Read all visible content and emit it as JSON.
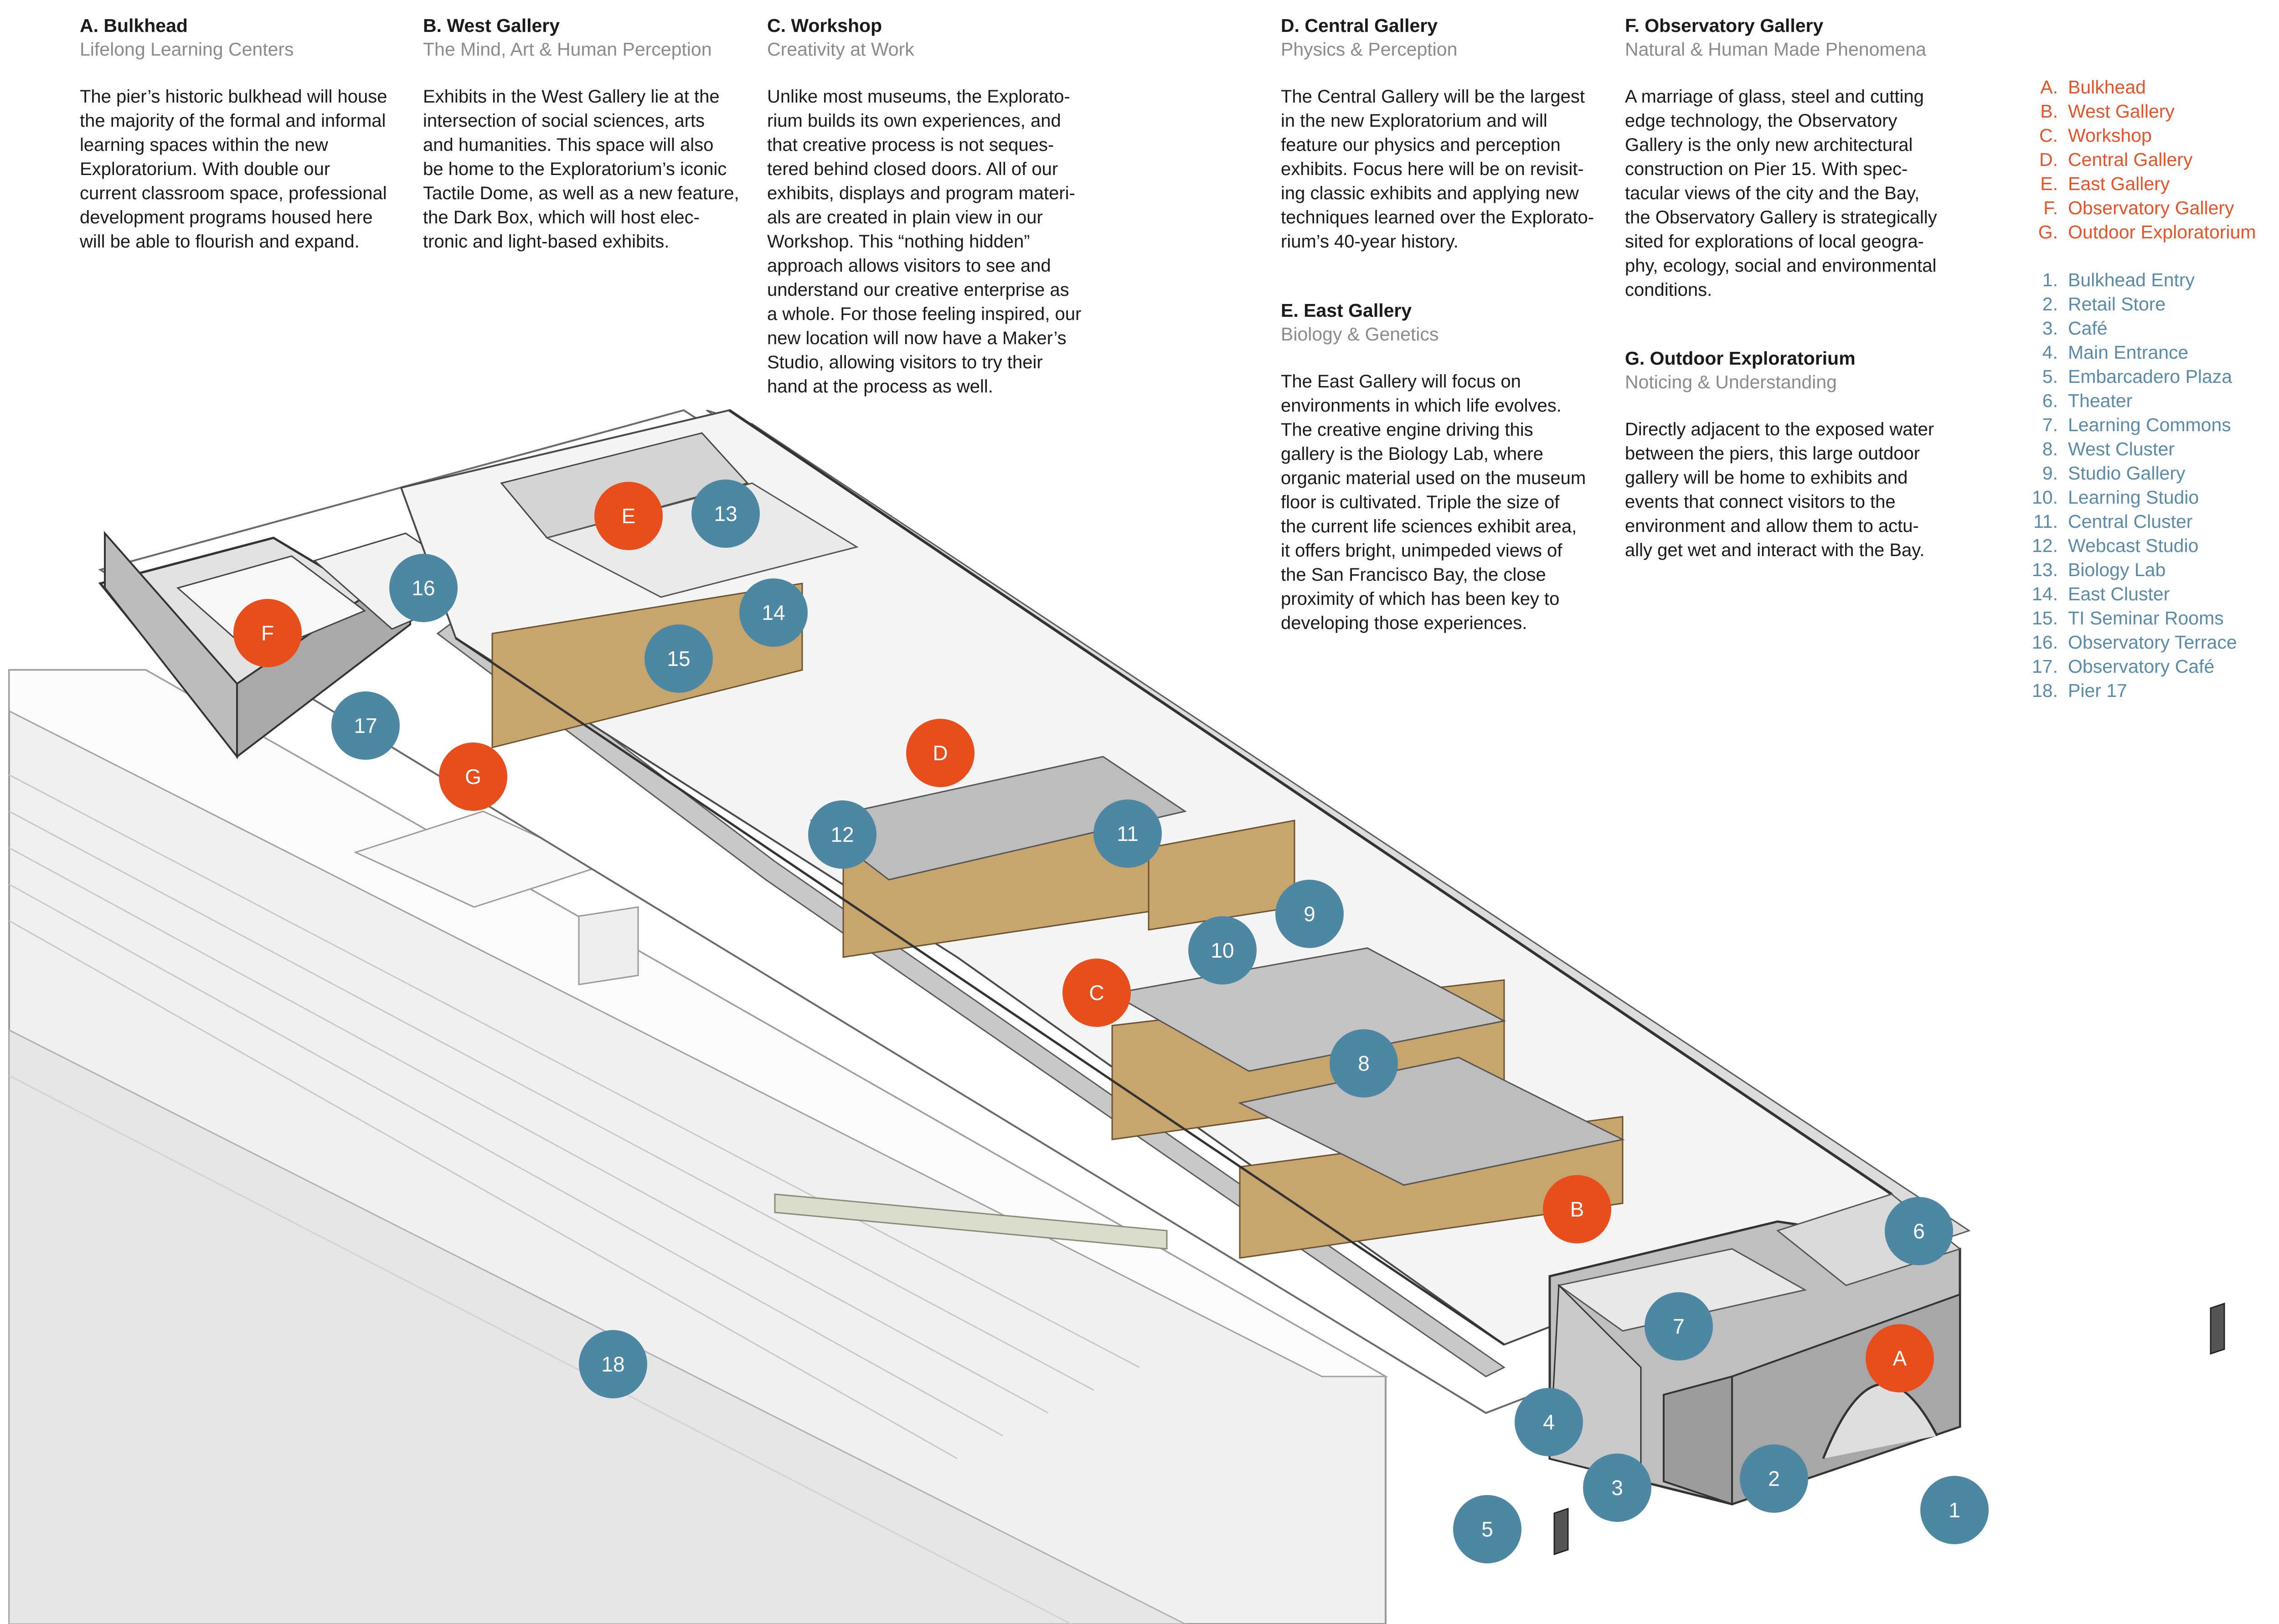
{
  "descriptions": [
    {
      "id": "A",
      "title": "A. Bulkhead",
      "subtitle": "Lifelong Learning Centers",
      "body": "The pier’s historic bulkhead will house\nthe majority of the formal and informal\nlearning spaces within the new\nExploratorium. With double our\ncurrent classroom space, professional\ndevelopment programs housed here\nwill be able to flourish and expand."
    },
    {
      "id": "B",
      "title": "B. West Gallery",
      "subtitle": "The Mind, Art & Human Perception",
      "body": "Exhibits in the West Gallery lie at the\nintersection of social sciences, arts\nand humanities. This space will also\nbe home to the Exploratorium’s iconic\nTactile Dome, as well as a new feature,\nthe Dark Box, which will host elec-\ntronic and light-based exhibits."
    },
    {
      "id": "C",
      "title": "C. Workshop",
      "subtitle": "Creativity at Work",
      "body": "Unlike most museums, the Explorato-\nrium builds its own experiences, and\nthat creative process is not seques-\ntered behind closed doors. All of our\nexhibits, displays and program materi-\nals are created in plain view in our\nWorkshop. This “nothing hidden”\napproach allows visitors to see and\nunderstand our creative enterprise as\na whole. For those feeling inspired, our\nnew location will now have a Maker’s\nStudio, allowing visitors to try their\nhand at the process as well."
    },
    {
      "id": "D",
      "title": "D. Central Gallery",
      "subtitle": "Physics & Perception",
      "body": "The Central Gallery will be the largest\nin the new Exploratorium and will\nfeature our physics and perception\nexhibits. Focus here will be on revisit-\ning classic exhibits and applying new\ntechniques learned over the Explorato-\nrium’s 40-year history."
    },
    {
      "id": "E",
      "title": "E. East Gallery",
      "subtitle": "Biology & Genetics",
      "body": "The East Gallery will focus on\nenvironments in which life evolves.\nThe creative engine driving this\ngallery is the Biology Lab, where\norganic material used on the museum\nfloor is cultivated. Triple the size of\nthe current life sciences exhibit area,\nit offers bright, unimpeded views of\nthe San Francisco Bay, the close\nproximity of which has been key to\ndeveloping those experiences."
    },
    {
      "id": "F",
      "title": "F. Observatory Gallery",
      "subtitle": "Natural & Human Made Phenomena",
      "body": "A marriage of glass, steel and cutting\nedge technology, the Observatory\nGallery is the only new architectural\nconstruction on Pier 15. With spec-\ntacular views of the city and the Bay,\nthe Observatory Gallery is strategically\nsited for explorations of local geogra-\nphy, ecology, social and environmental\nconditions."
    },
    {
      "id": "G",
      "title": "G. Outdoor Exploratorium",
      "subtitle": "Noticing & Understanding",
      "body": "Directly adjacent to the exposed water\nbetween the piers, this large outdoor\ngallery will be home to exhibits and\nevents that connect visitors to the\nenvironment and allow them to actu-\nally get wet and interact with the Bay."
    }
  ],
  "legend_letters": [
    {
      "key": "A.",
      "label": "Bulkhead"
    },
    {
      "key": "B.",
      "label": "West Gallery"
    },
    {
      "key": "C.",
      "label": "Workshop"
    },
    {
      "key": "D.",
      "label": "Central Gallery"
    },
    {
      "key": "E.",
      "label": "East Gallery"
    },
    {
      "key": "F.",
      "label": "Observatory Gallery"
    },
    {
      "key": "G.",
      "label": "Outdoor Exploratorium"
    }
  ],
  "legend_numbers": [
    {
      "key": "1.",
      "label": "Bulkhead Entry"
    },
    {
      "key": "2.",
      "label": "Retail Store"
    },
    {
      "key": "3.",
      "label": "Café"
    },
    {
      "key": "4.",
      "label": "Main Entrance"
    },
    {
      "key": "5.",
      "label": "Embarcadero Plaza"
    },
    {
      "key": "6.",
      "label": "Theater"
    },
    {
      "key": "7.",
      "label": "Learning Commons"
    },
    {
      "key": "8.",
      "label": "West Cluster"
    },
    {
      "key": "9.",
      "label": "Studio Gallery"
    },
    {
      "key": "10.",
      "label": "Learning Studio"
    },
    {
      "key": "11.",
      "label": "Central Cluster"
    },
    {
      "key": "12.",
      "label": "Webcast Studio"
    },
    {
      "key": "13.",
      "label": "Biology Lab"
    },
    {
      "key": "14.",
      "label": "East Cluster"
    },
    {
      "key": "15.",
      "label": "TI Seminar Rooms"
    },
    {
      "key": "16.",
      "label": "Observatory Terrace"
    },
    {
      "key": "17.",
      "label": "Observatory Café"
    },
    {
      "key": "18.",
      "label": "Pier 17"
    }
  ],
  "map_markers": [
    {
      "label": "A",
      "kind": "letter"
    },
    {
      "label": "B",
      "kind": "letter"
    },
    {
      "label": "C",
      "kind": "letter"
    },
    {
      "label": "D",
      "kind": "letter"
    },
    {
      "label": "E",
      "kind": "letter"
    },
    {
      "label": "F",
      "kind": "letter"
    },
    {
      "label": "G",
      "kind": "letter"
    },
    {
      "label": "1",
      "kind": "number"
    },
    {
      "label": "2",
      "kind": "number"
    },
    {
      "label": "3",
      "kind": "number"
    },
    {
      "label": "4",
      "kind": "number"
    },
    {
      "label": "5",
      "kind": "number"
    },
    {
      "label": "6",
      "kind": "number"
    },
    {
      "label": "7",
      "kind": "number"
    },
    {
      "label": "8",
      "kind": "number"
    },
    {
      "label": "9",
      "kind": "number"
    },
    {
      "label": "10",
      "kind": "number"
    },
    {
      "label": "11",
      "kind": "number"
    },
    {
      "label": "12",
      "kind": "number"
    },
    {
      "label": "13",
      "kind": "number"
    },
    {
      "label": "14",
      "kind": "number"
    },
    {
      "label": "15",
      "kind": "number"
    },
    {
      "label": "16",
      "kind": "number"
    },
    {
      "label": "17",
      "kind": "number"
    },
    {
      "label": "18",
      "kind": "number"
    }
  ],
  "colors": {
    "letter_marker": "#e84e1b",
    "number_marker": "#4e87a3",
    "letter_legend": "#e4542a",
    "number_legend": "#5a8aa6",
    "subtitle": "#8b8b8b"
  }
}
